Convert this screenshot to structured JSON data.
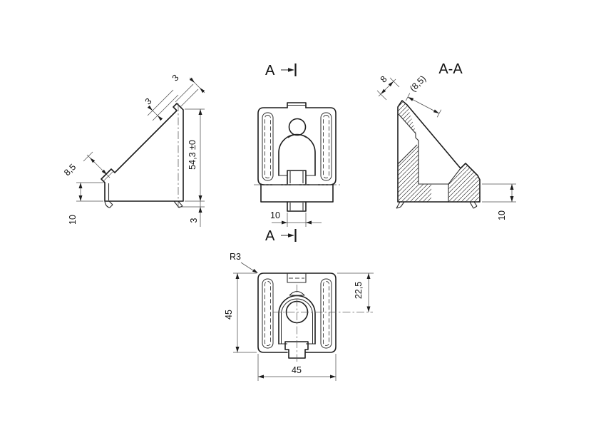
{
  "views": {
    "side": {
      "dim_tab_thickness": "3",
      "dim_tab_width": "3",
      "dim_ledge": "8,5",
      "dim_height": "54,3 ±0",
      "dim_base": "10",
      "dim_foot": "3"
    },
    "front": {
      "marker": "A",
      "dim_tab": "10"
    },
    "section": {
      "title": "A-A",
      "dim_wall": "8",
      "dim_ledge_ref": "(8,5)",
      "dim_base": "10"
    },
    "plan": {
      "marker": "A",
      "radius": "R3",
      "dim_width": "45",
      "dim_depth": "45",
      "dim_center": "22,5"
    }
  }
}
